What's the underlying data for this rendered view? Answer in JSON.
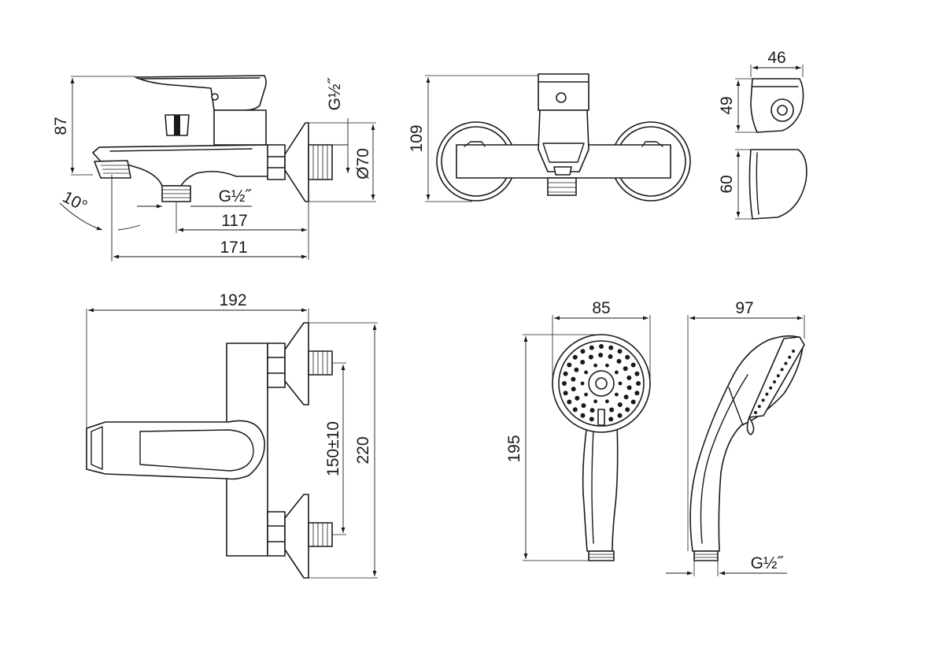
{
  "views": {
    "side": {
      "height": "87",
      "thread_top": "G½˝",
      "flange_diameter": "Ø70",
      "angle": "10°",
      "thread_bottom": "G½˝",
      "outlet_offset": "117",
      "length": "171"
    },
    "front": {
      "height": "109"
    },
    "holder": {
      "width": "46",
      "height_top": "49",
      "height_bottom": "60"
    },
    "top": {
      "width": "192",
      "centers": "150±10",
      "depth": "220"
    },
    "shower_front": {
      "width": "85",
      "length": "195"
    },
    "shower_side": {
      "width": "97",
      "thread": "G½˝"
    }
  }
}
